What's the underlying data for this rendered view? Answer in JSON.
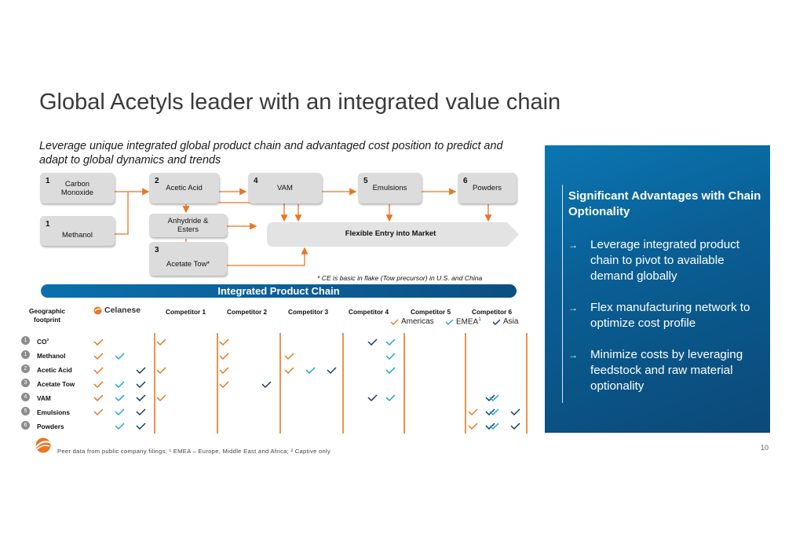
{
  "title": "Global Acetyls leader with an integrated value chain",
  "subtitle": "Leverage unique integrated global product chain and advantaged cost position to predict and adapt to global dynamics and trends",
  "flow": {
    "carbon_monoxide": {
      "num": "1",
      "label": "Carbon Monoxide"
    },
    "methanol": {
      "num": "1",
      "label": "Methanol"
    },
    "acetic_acid": {
      "num": "2",
      "label": "Acetic Acid"
    },
    "anhydride": {
      "label": "Anhydride & Esters"
    },
    "acetate_tow": {
      "num": "3",
      "label": "Acetate Tow*"
    },
    "vam": {
      "num": "4",
      "label": "VAM"
    },
    "emulsions": {
      "num": "5",
      "label": "Emulsions"
    },
    "powders": {
      "num": "6",
      "label": "Powders"
    },
    "flexible_entry": "Flexible Entry into Market",
    "footnote": "* CE is basic in flake (Tow precursor) in U.S. and China",
    "arrow_color": "#e87722"
  },
  "integrated_bar": "Integrated Product Chain",
  "table": {
    "geo_header": "Geographic footprint",
    "celanese": "Celanese",
    "competitors": [
      "Competitor 1",
      "Competitor 2",
      "Competitor 3",
      "Competitor 4",
      "Competitor 5",
      "Competitor 6"
    ],
    "legend": [
      {
        "label": "Americas",
        "color": "#e87722"
      },
      {
        "label": "EMEA",
        "sup": "1",
        "color": "#1fa6dc"
      },
      {
        "label": "Asia",
        "color": "#123f66"
      }
    ],
    "rows": [
      {
        "num": "1",
        "label": "CO",
        "sup": "2"
      },
      {
        "num": "1",
        "label": "Methanol"
      },
      {
        "num": "2",
        "label": "Acetic Acid"
      },
      {
        "num": "3",
        "label": "Acetate Tow"
      },
      {
        "num": "4",
        "label": "VAM"
      },
      {
        "num": "5",
        "label": "Emulsions"
      },
      {
        "num": "6",
        "label": "Powders"
      }
    ],
    "checks": [
      [
        [
          1,
          0,
          0
        ],
        [
          1,
          0,
          0
        ],
        [
          1,
          0,
          0
        ],
        [
          0,
          0,
          0
        ],
        [
          0,
          0,
          1
        ],
        [
          0,
          1,
          0
        ],
        [
          0,
          0,
          0
        ]
      ],
      [
        [
          1,
          1,
          0
        ],
        [
          0,
          0,
          0
        ],
        [
          1,
          0,
          0
        ],
        [
          1,
          0,
          0
        ],
        [
          0,
          0,
          0
        ],
        [
          0,
          1,
          0
        ],
        [
          0,
          0,
          0
        ]
      ],
      [
        [
          1,
          0,
          1
        ],
        [
          1,
          0,
          0
        ],
        [
          1,
          0,
          0
        ],
        [
          1,
          1,
          1
        ],
        [
          0,
          0,
          0
        ],
        [
          0,
          1,
          0
        ],
        [
          0,
          0,
          0
        ]
      ],
      [
        [
          1,
          1,
          1
        ],
        [
          0,
          0,
          0
        ],
        [
          1,
          0,
          1
        ],
        [
          0,
          0,
          0
        ],
        [
          0,
          0,
          0
        ],
        [
          0,
          0,
          0
        ],
        [
          0,
          0,
          0
        ]
      ],
      [
        [
          1,
          1,
          1
        ],
        [
          1,
          0,
          0
        ],
        [
          0,
          0,
          0
        ],
        [
          0,
          0,
          0
        ],
        [
          0,
          0,
          1
        ],
        [
          0,
          1,
          0
        ],
        [
          0,
          0,
          1
        ],
        [
          0,
          1,
          0
        ]
      ],
      [
        [
          1,
          1,
          1
        ],
        [
          0,
          0,
          0
        ],
        [
          0,
          0,
          0
        ],
        [
          0,
          0,
          0
        ],
        [
          0,
          0,
          0
        ],
        [
          0,
          0,
          0
        ],
        [
          0,
          0,
          1
        ],
        [
          1,
          1,
          1
        ]
      ],
      [
        [
          0,
          1,
          1
        ],
        [
          0,
          0,
          0
        ],
        [
          0,
          0,
          0
        ],
        [
          0,
          0,
          0
        ],
        [
          0,
          0,
          0
        ],
        [
          0,
          0,
          0
        ],
        [
          0,
          0,
          1
        ],
        [
          1,
          1,
          1
        ]
      ]
    ]
  },
  "side_panel": {
    "heading": "Significant Advantages with Chain Optionality",
    "bullets": [
      "Leverage integrated product chain to pivot to available demand globally",
      "Flex manufacturing network to optimize cost profile",
      "Minimize costs by leveraging feedstock and raw material optionality"
    ]
  },
  "source_note": "Peer data from public company filings; ¹ EMEA – Europe, Middle East and Africa; ² Captive only",
  "page_number": "10",
  "colors": {
    "americas": "#e87722",
    "emea": "#1fa6dc",
    "asia": "#123f66",
    "divider": "#e87722"
  }
}
